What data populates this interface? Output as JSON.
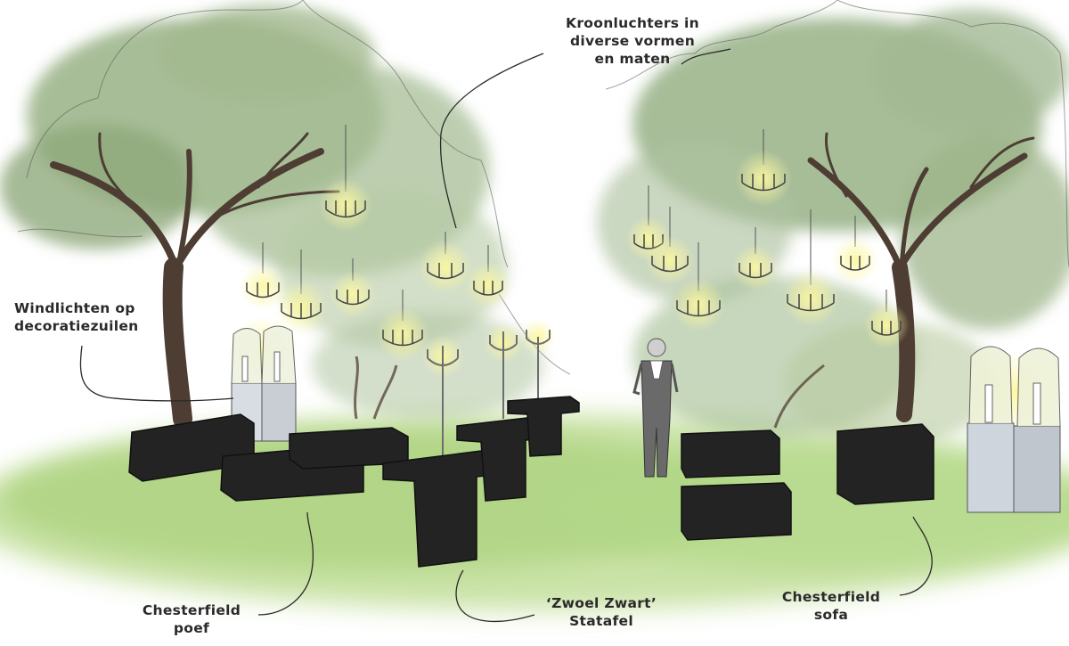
{
  "labels": {
    "windlichten": {
      "line1": "Windlichten op",
      "line2": "decoratiezuilen"
    },
    "kroonluchters": {
      "line1": "Kroonluchters in",
      "line2": "diverse vormen",
      "line3": "en maten"
    },
    "poef": {
      "line1": "Chesterfield",
      "line2": "poef"
    },
    "statafel": {
      "line1": "‘Zwoel Zwart’",
      "line2": "Statafel"
    },
    "sofa": {
      "line1": "Chesterfield",
      "line2": "sofa"
    }
  },
  "colors": {
    "foliage": "#9fb58c",
    "foliage_dark": "#6f8a60",
    "grass": "#b8d98e",
    "trunk": "#4d3d33",
    "furniture": "#222222",
    "glow": "#f6f08a",
    "ink": "#2a2a2a"
  }
}
